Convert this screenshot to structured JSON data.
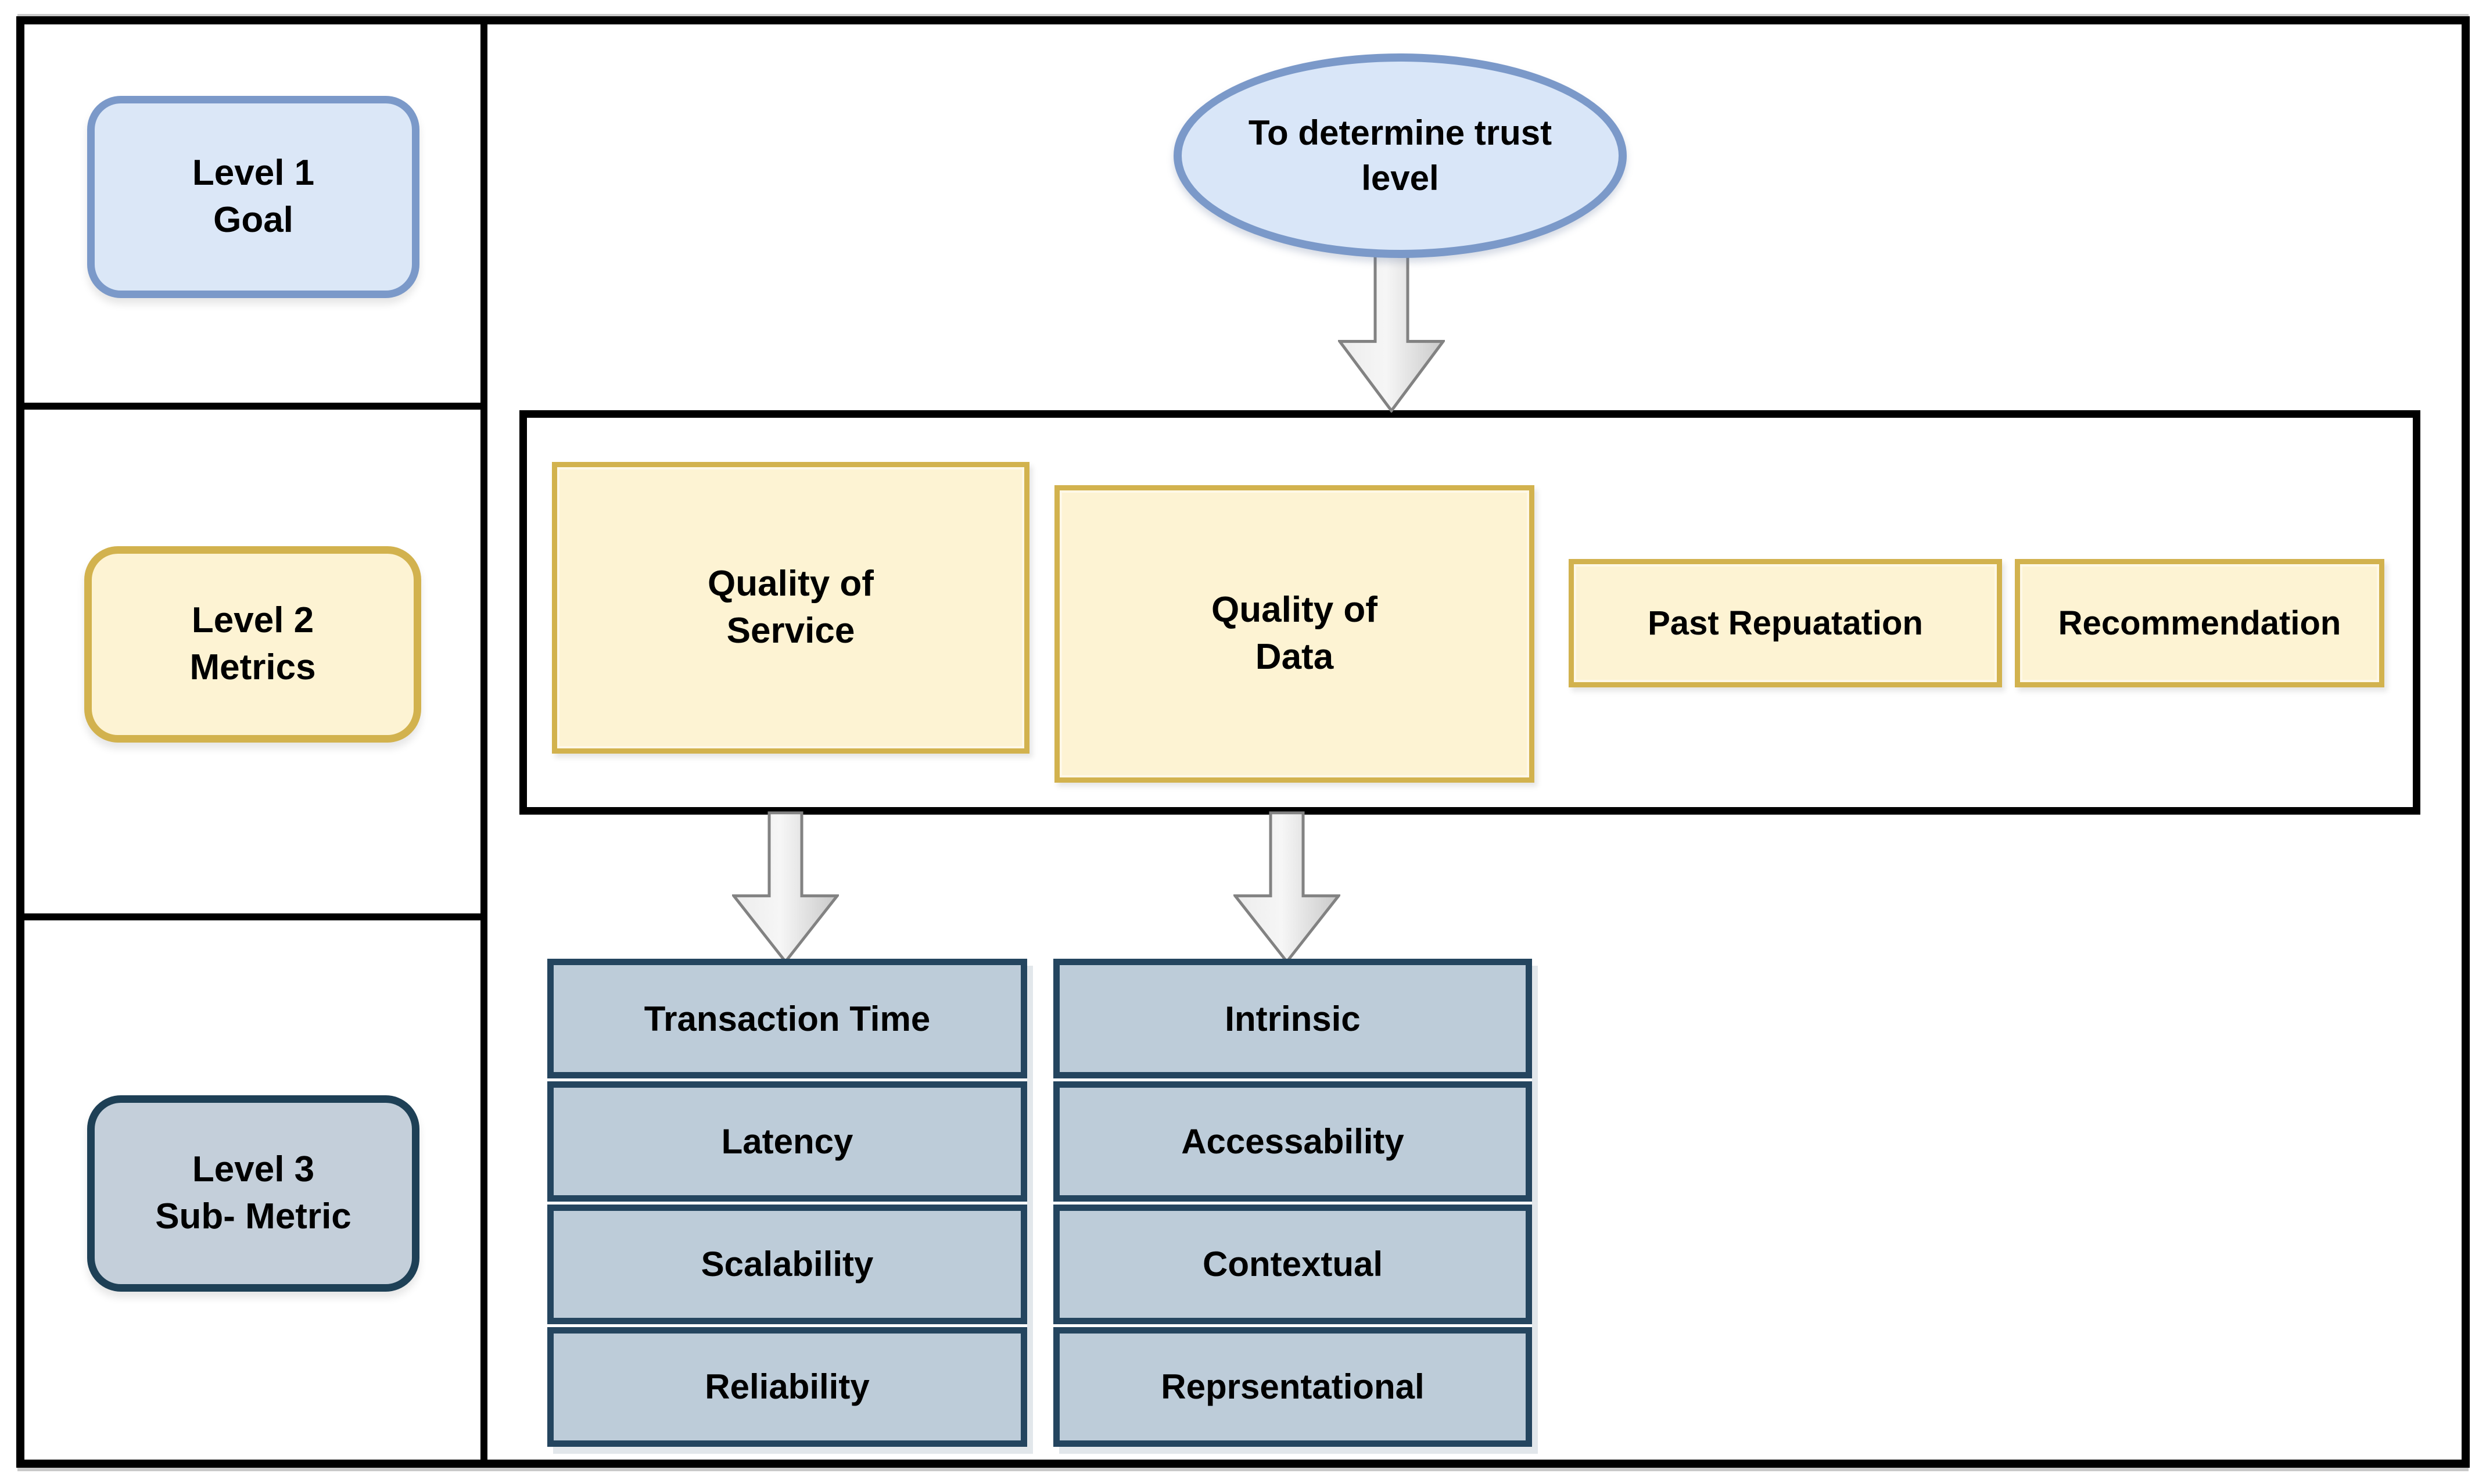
{
  "legend": {
    "level1": "Level 1\nGoal",
    "level2": "Level 2\nMetrics",
    "level3": "Level 3\nSub- Metric"
  },
  "goal": {
    "label": "To determine trust\nlevel"
  },
  "metrics": {
    "quality_of_service": "Quality of\nService",
    "quality_of_data": "Quality of\nData",
    "past_reputation": "Past Repuatation",
    "recommendation": "Recommendation"
  },
  "submetrics": {
    "quality_of_service": [
      "Transaction Time",
      "Latency",
      "Scalability",
      "Reliability"
    ],
    "quality_of_data": [
      "Intrinsic",
      "Accessability",
      "Contextual",
      "Reprsentational"
    ]
  },
  "colors": {
    "goal_fill": "#d9e6f8",
    "goal_border": "#7b99c9",
    "metric_fill": "#fdf3d3",
    "metric_border": "#d2b24e",
    "submetric_fill": "#bdccd9",
    "submetric_border": "#24455f",
    "frame": "#000000",
    "arrow_fill_light": "#f2f2f2",
    "arrow_fill_dark": "#c9c9c9",
    "arrow_border": "#828282",
    "text": "#000000"
  }
}
